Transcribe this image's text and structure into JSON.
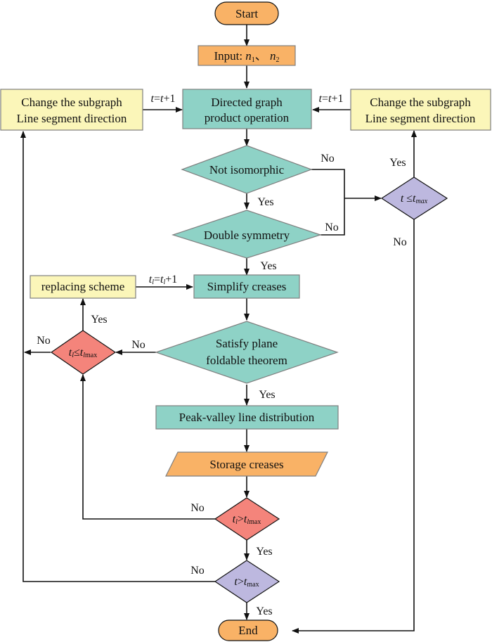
{
  "colors": {
    "orange": "#f9b266",
    "teal": "#8ed2c6",
    "yellow": "#fbf6b9",
    "red": "#f4847b",
    "purple": "#bdb8df",
    "stroke_gray": "#7f7f7f",
    "stroke_dark": "#111111"
  },
  "nodes": {
    "start": {
      "label": "Start"
    },
    "input": {
      "label": "Input: ",
      "var1": "n",
      "sub1": "1",
      "sep": "、 ",
      "var2": "n",
      "sub2": "2"
    },
    "directed": {
      "line1": "Directed graph",
      "line2": "product operation"
    },
    "change_left": {
      "line1": "Change the subgraph",
      "line2": "Line segment direction"
    },
    "change_right": {
      "line1": "Change the subgraph",
      "line2": "Line segment direction"
    },
    "not_iso": {
      "label": "Not isomorphic"
    },
    "double_sym": {
      "label": "Double symmetry"
    },
    "t_le_tmax": {
      "t": "t",
      "op": " ≤",
      "tmax": "t",
      "tmax_sub": "max"
    },
    "simplify": {
      "label": "Simplify creases"
    },
    "replacing": {
      "label": "replacing scheme"
    },
    "satisfy": {
      "line1": "Satisfy plane",
      "line2": "foldable theorem"
    },
    "tl_le_tlmax": {
      "t": "t",
      "t_sub": "l",
      "op": "≤",
      "tmax": "t",
      "tmax_sub": "l",
      "tmax_sub2": "max"
    },
    "peak": {
      "label": "Peak-valley line distribution"
    },
    "storage": {
      "label": "Storage creases"
    },
    "tl_gt_tlmax": {
      "t": "t",
      "t_sub": "l",
      "op": ">",
      "tmax": "t",
      "tmax_sub": "l",
      "tmax_sub2": "max"
    },
    "t_gt_tmax": {
      "t": "t",
      "op": ">",
      "tmax": "t",
      "tmax_sub": "max"
    },
    "end": {
      "label": "End"
    }
  },
  "edge_labels": {
    "inc_left": {
      "v1": "t",
      "eq": "=",
      "v2": "t",
      "plus": "+1"
    },
    "inc_right": {
      "v1": "t",
      "eq": "=",
      "v2": "t",
      "plus": "+1"
    },
    "inc_l": {
      "v1": "t",
      "sub1": "l",
      "eq": "=",
      "v2": "t",
      "sub2": "l",
      "plus": "+1"
    },
    "not_iso_no": "No",
    "not_iso_yes": "Yes",
    "double_no": "No",
    "double_yes": "Yes",
    "t_le_yes": "Yes",
    "t_le_no": "No",
    "tl_le_yes": "Yes",
    "tl_le_no": "No",
    "satisfy_no": "No",
    "satisfy_yes": "Yes",
    "tl_gt_no": "No",
    "tl_gt_yes": "Yes",
    "t_gt_no": "No",
    "t_gt_yes": "Yes"
  }
}
